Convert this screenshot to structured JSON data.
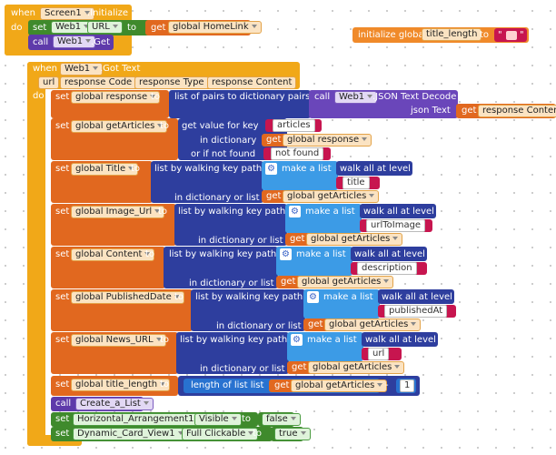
{
  "screen_init": {
    "when": "when",
    "component": "Screen1",
    "event": ".Initialize",
    "do": "do",
    "set_kw": "set",
    "set_component": "Web1",
    "set_prop": "URL",
    "to_kw": "to",
    "get_kw": "get",
    "get_var": "global HomeLink",
    "call_kw": "call",
    "call_component": "Web1",
    "call_method": ".Get"
  },
  "init_global": {
    "label": "initialize global",
    "var": "title_length",
    "to_kw": "to",
    "value": ""
  },
  "gottext": {
    "when": "when",
    "component": "Web1",
    "event": ".Got Text",
    "params": [
      "url",
      "response Code",
      "response Type",
      "response Content"
    ],
    "do": "do",
    "response": {
      "set": "set",
      "var": "global response",
      "to": "to",
      "fn": "list of pairs to dictionary  pairs",
      "call": "call",
      "component": "Web1",
      "method": ".JSON Text Decode",
      "arg": "json Text",
      "get": "get",
      "get_var": "response Content"
    },
    "getArticles": {
      "set": "set",
      "var": "global getArticles",
      "to": "to",
      "fn": "get value for key",
      "key": "articles",
      "in_dict": "in dictionary",
      "get": "get",
      "get_var": "global response",
      "or_if": "or if not found",
      "not_found": "not found"
    },
    "walks": [
      {
        "var": "global Title",
        "key": "title"
      },
      {
        "var": "global Image_Url",
        "key": "urlToImage"
      },
      {
        "var": "global Content",
        "key": "description"
      },
      {
        "var": "global PublishedDate",
        "key": "publishedAt"
      },
      {
        "var": "global News_URL",
        "key": "url"
      }
    ],
    "walk_labels": {
      "set": "set",
      "to": "to",
      "fn": "list by walking key path",
      "make_list": "make a list",
      "walk_all": "walk all at level",
      "in_dict_or_list": "in dictionary or list",
      "get": "get",
      "get_var": "global getArticles"
    },
    "title_length": {
      "set": "set",
      "var": "global title_length",
      "to": "to",
      "fn": "length of list  list",
      "get": "get",
      "get_var": "global getArticles",
      "op": "-",
      "num": "1"
    },
    "call_list": {
      "call": "call",
      "proc": "Create_a_List"
    },
    "visible": {
      "set": "set",
      "component": "Horizontal_Arrangement1",
      "prop": "Visible",
      "to": "to",
      "value": "false"
    },
    "clickable": {
      "set": "set",
      "component": "Dynamic_Card_View1",
      "prop": "Full Clickable",
      "to": "to",
      "value": "true"
    }
  },
  "colors": {
    "event_yellow": "#f1a818",
    "variable_orange": "#e1681f",
    "component_purple": "#5e3aaa",
    "text_red": "#c7154f",
    "list_blue": "#2872d0",
    "dict_navy": "#2e3e9e",
    "logic_green": "#3f8a2c"
  }
}
